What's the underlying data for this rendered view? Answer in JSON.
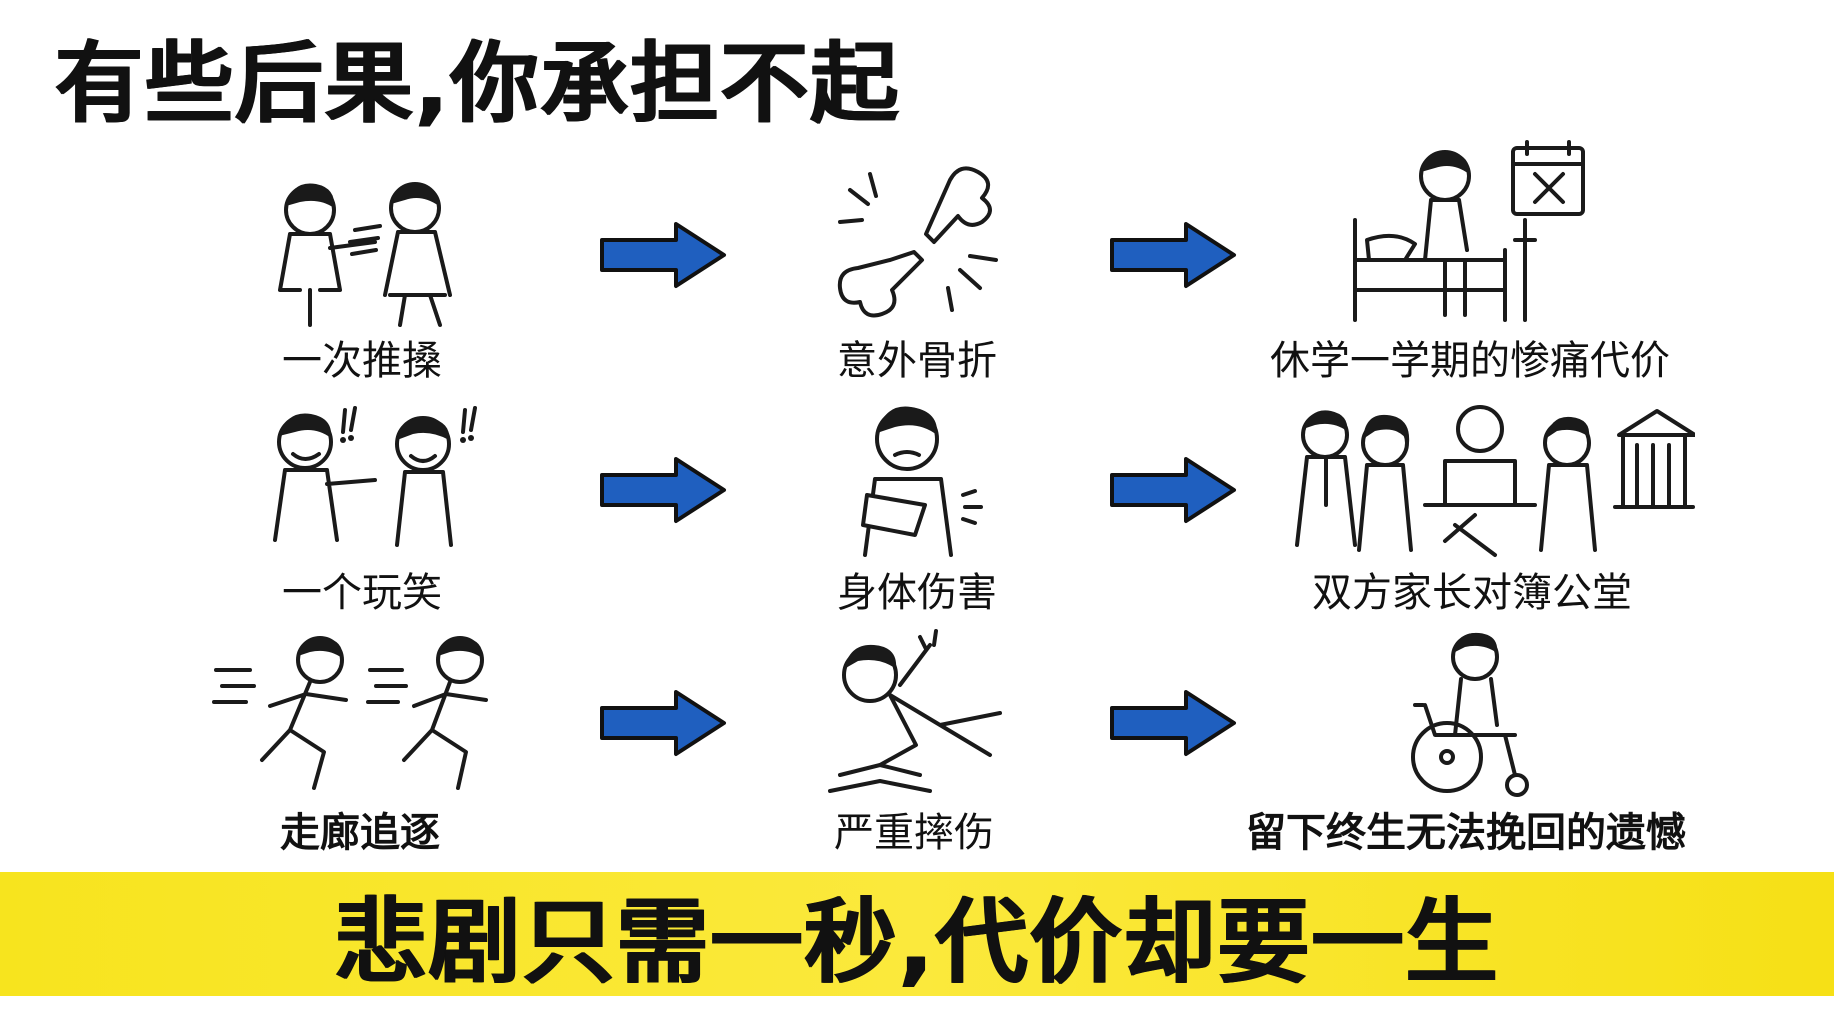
{
  "title": "有些后果,你承担不起",
  "banner": "悲剧只需一秒,代价却要一生",
  "colors": {
    "arrow": "#1f5fbf",
    "banner": "#f7e41e",
    "text": "#111111"
  },
  "rows": [
    {
      "cause": {
        "label": "一次推搡",
        "icon": "pushing-students-icon"
      },
      "effect": {
        "label": "意外骨折",
        "icon": "broken-bone-icon"
      },
      "outcome": {
        "label": "休学一学期的惨痛代价",
        "icon": "injured-in-bed-calendar-icon"
      }
    },
    {
      "cause": {
        "label": "一个玩笑",
        "icon": "laughing-pointing-students-icon"
      },
      "effect": {
        "label": "身体伤害",
        "icon": "arm-sling-icon"
      },
      "outcome": {
        "label": "双方家长对簿公堂",
        "icon": "court-dispute-icon"
      }
    },
    {
      "cause": {
        "label": "走廊追逐",
        "icon": "running-students-icon"
      },
      "effect": {
        "label": "严重摔伤",
        "icon": "falling-student-icon"
      },
      "outcome": {
        "label": "留下终生无法挽回的遗憾",
        "icon": "wheelchair-icon"
      }
    }
  ]
}
